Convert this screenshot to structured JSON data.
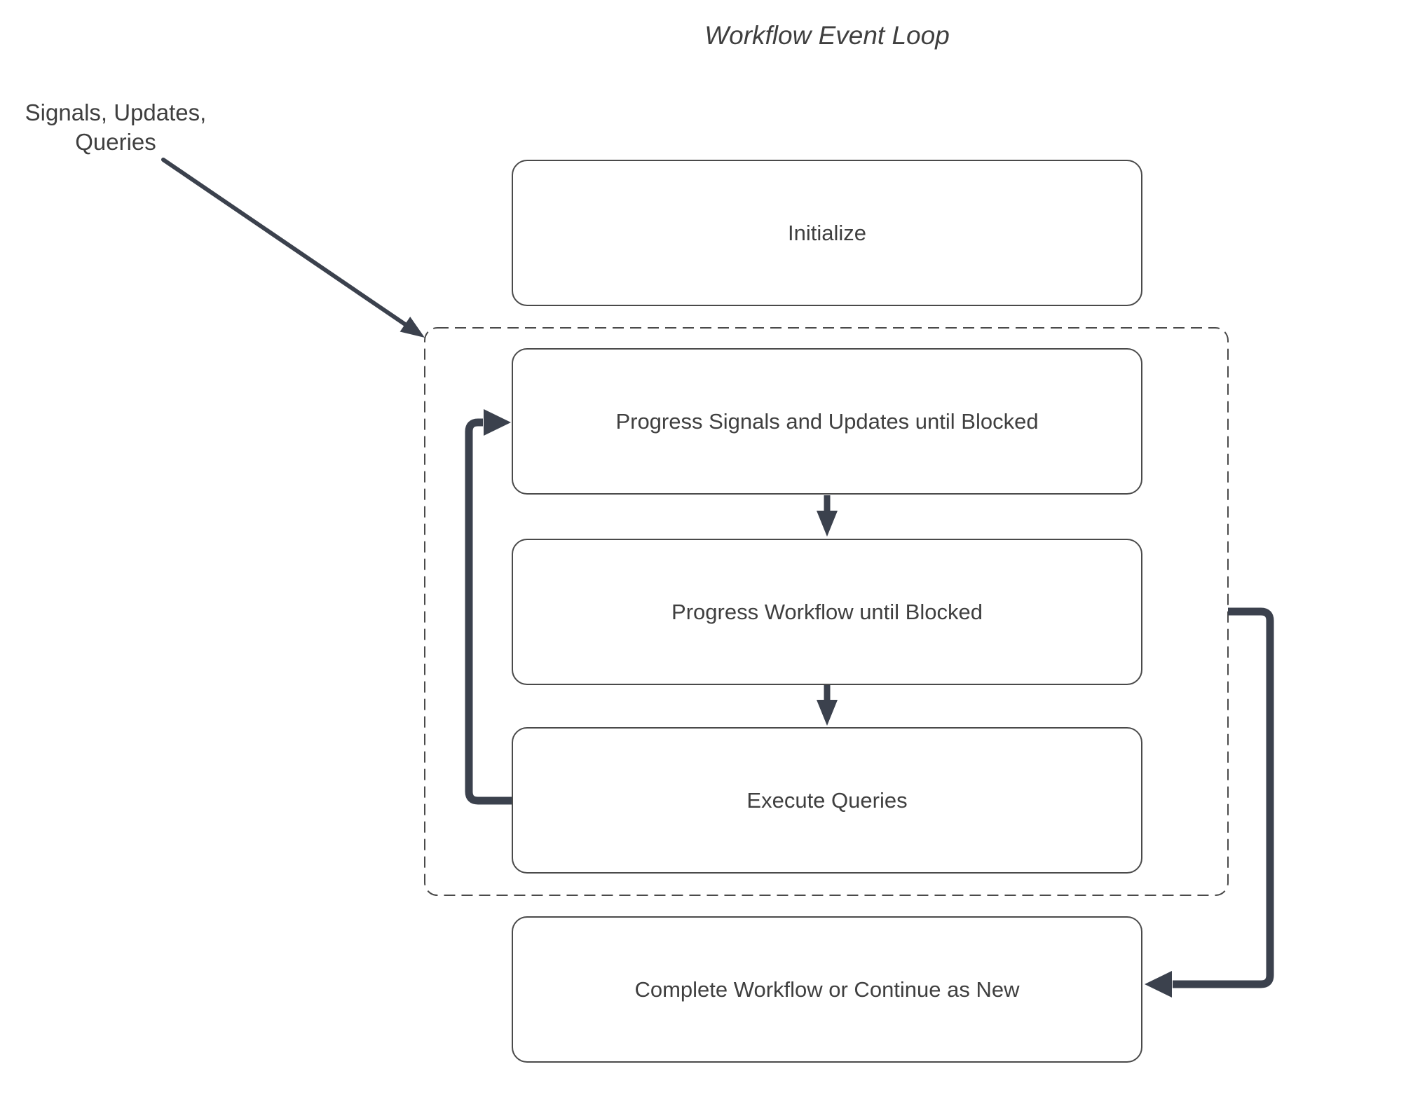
{
  "title": "Workflow Event Loop",
  "annotation": {
    "line1": "Signals, Updates,",
    "line2": "Queries"
  },
  "nodes": [
    {
      "id": "initialize",
      "label": "Initialize"
    },
    {
      "id": "progress-signals",
      "label": "Progress Signals and Updates until Blocked"
    },
    {
      "id": "progress-workflow",
      "label": "Progress Workflow until Blocked"
    },
    {
      "id": "execute-queries",
      "label": "Execute Queries"
    },
    {
      "id": "complete-workflow",
      "label": "Complete Workflow or Continue as New"
    }
  ],
  "container": {
    "purpose": "event-loop-dashed-boundary"
  },
  "edges": [
    {
      "from": "annotation",
      "to": "event-loop-container",
      "style": "thin-diagonal-arrow"
    },
    {
      "from": "progress-signals",
      "to": "progress-workflow",
      "style": "down-arrow"
    },
    {
      "from": "progress-workflow",
      "to": "execute-queries",
      "style": "down-arrow"
    },
    {
      "from": "execute-queries",
      "to": "progress-signals",
      "style": "loop-back-left"
    },
    {
      "from": "event-loop-container",
      "to": "complete-workflow",
      "style": "loop-out-right"
    }
  ],
  "colors": {
    "arrow": "#3b414d",
    "border": "#4a4a4a",
    "text": "#3f3f3f",
    "background": "#ffffff"
  }
}
